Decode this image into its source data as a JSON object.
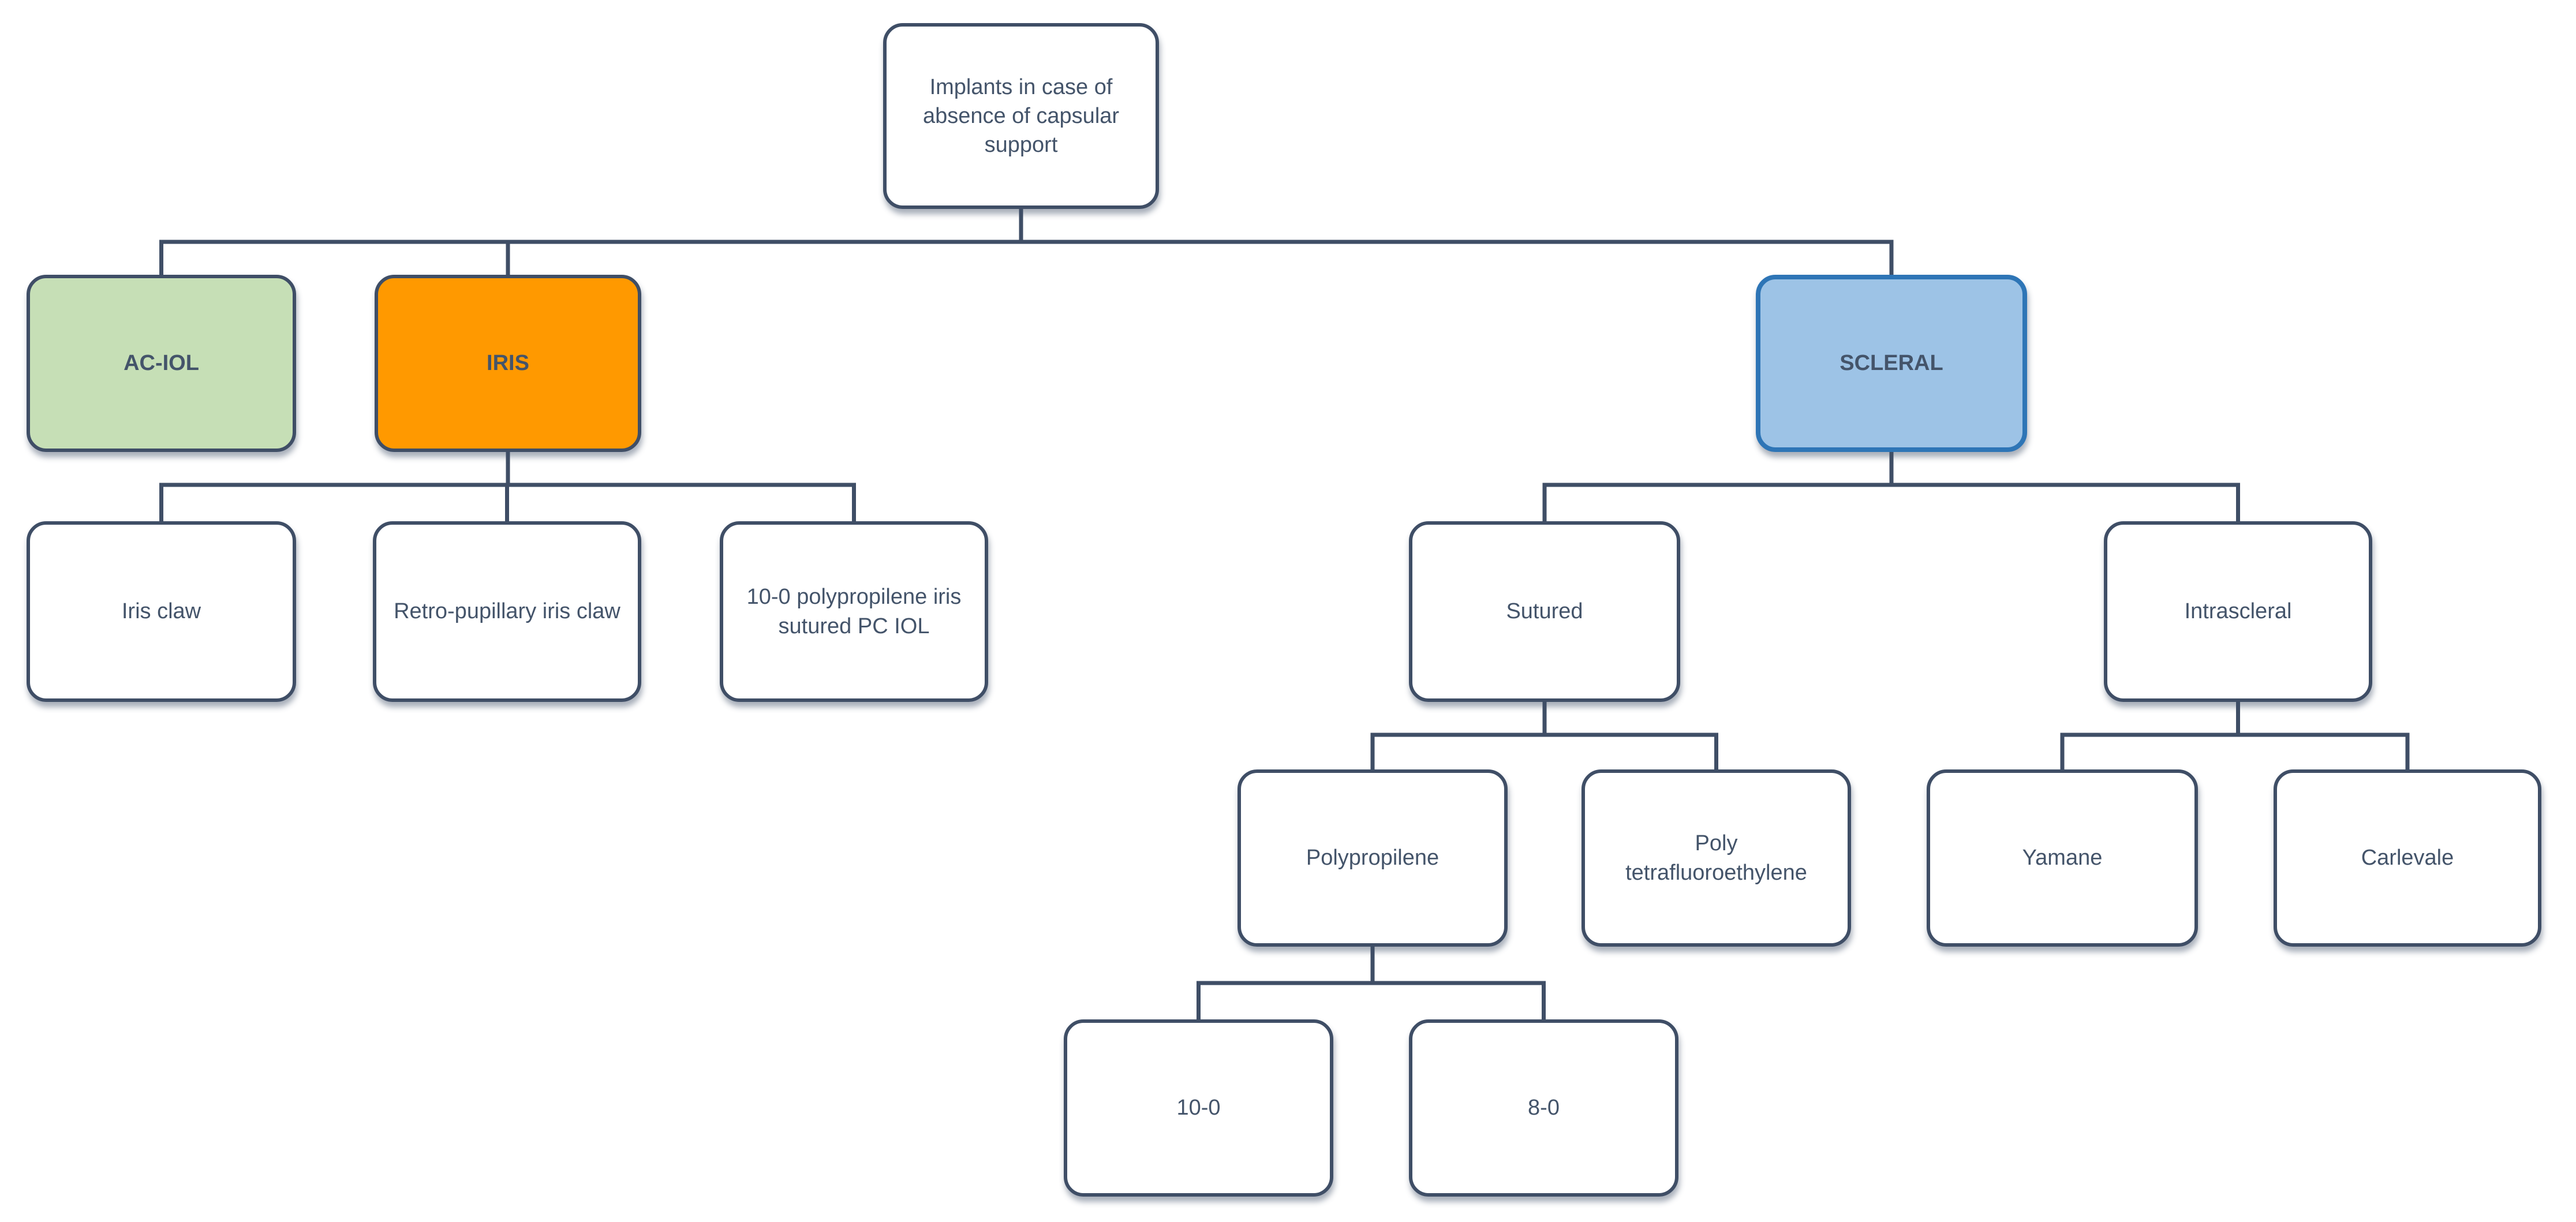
{
  "diagram": {
    "title": "Implants in case of absence of capsular support",
    "background": "#FFFFFF",
    "colors": {
      "connector_line": "#3F4E66",
      "box_border": "#3F4E66",
      "text": "#44546A",
      "ac_iol_fill": "#C6DFB6",
      "iris_fill": "#FF9900",
      "scleral_fill": "#9DC3E6",
      "scleral_border": "#2E75B6",
      "white_fill": "#FFFFFF"
    }
  },
  "nodes": {
    "root": {
      "label": "Implants in case of absence of capsular support"
    },
    "ac_iol": {
      "label": "AC-IOL"
    },
    "iris": {
      "label": "IRIS"
    },
    "scleral": {
      "label": "SCLERAL"
    },
    "iris_claw": {
      "label": "Iris claw"
    },
    "retro_pupillary": {
      "label": "Retro-pupillary iris claw"
    },
    "sutured_pc_iol": {
      "label": "10-0 polypropilene iris sutured PC IOL"
    },
    "sutured": {
      "label": "Sutured"
    },
    "intrascleral": {
      "label": "Intrascleral"
    },
    "polypropilene": {
      "label": "Polypropilene"
    },
    "ptfe": {
      "label": "Poly tetrafluoroethylene"
    },
    "yamane": {
      "label": "Yamane"
    },
    "carlevale": {
      "label": "Carlevale"
    },
    "ten_zero": {
      "label": "10-0"
    },
    "eight_zero": {
      "label": "8-0"
    }
  },
  "edges": [
    {
      "from": "root",
      "to": "ac_iol"
    },
    {
      "from": "root",
      "to": "iris"
    },
    {
      "from": "root",
      "to": "scleral"
    },
    {
      "from": "iris",
      "to": "iris_claw"
    },
    {
      "from": "iris",
      "to": "retro_pupillary"
    },
    {
      "from": "iris",
      "to": "sutured_pc_iol"
    },
    {
      "from": "scleral",
      "to": "sutured"
    },
    {
      "from": "scleral",
      "to": "intrascleral"
    },
    {
      "from": "sutured",
      "to": "polypropilene"
    },
    {
      "from": "sutured",
      "to": "ptfe"
    },
    {
      "from": "intrascleral",
      "to": "yamane"
    },
    {
      "from": "intrascleral",
      "to": "carlevale"
    },
    {
      "from": "polypropilene",
      "to": "ten_zero"
    },
    {
      "from": "polypropilene",
      "to": "eight_zero"
    }
  ]
}
